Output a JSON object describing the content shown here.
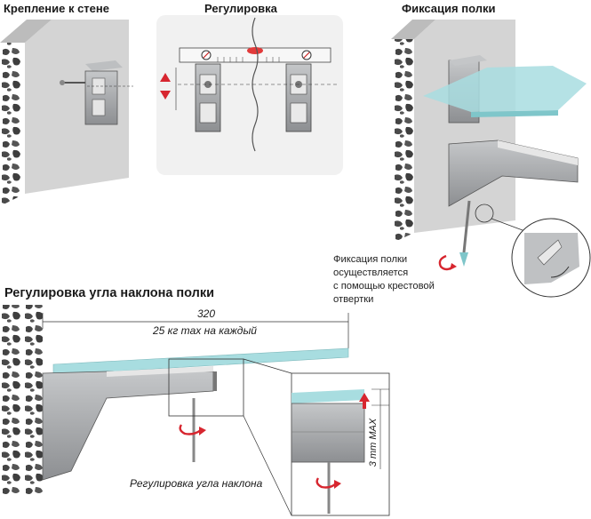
{
  "headings": {
    "wall_mount": "Крепление к стене",
    "adjustment": "Регулировка",
    "shelf_fixation": "Фиксация полки",
    "tilt_adjustment": "Регулировка угла наклона полки"
  },
  "fixation_caption": [
    "Фиксация полки",
    "осуществляется",
    "с помощью крестовой",
    "отвертки"
  ],
  "dimension_320": "320",
  "load_label": "25 кг max на каждый",
  "tilt_caption": "Регулировка угла наклона",
  "max_label": "3 mm MAX",
  "colors": {
    "wall": "#d4d4d4",
    "wall_dark": "#b5b5b5",
    "bracket": "#9ea0a3",
    "bracket_dark": "#6d6f72",
    "glass": "#a8dde0",
    "arrow_red": "#d7262f",
    "level_white": "#f3f3f3"
  }
}
